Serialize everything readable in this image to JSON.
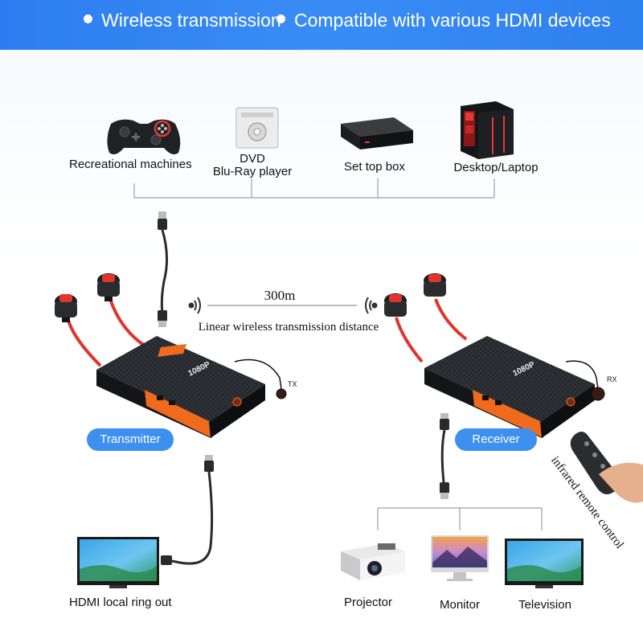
{
  "banner": {
    "feature_1": "Wireless transmission",
    "feature_2": "Compatible with various HDMI devices"
  },
  "sources": [
    {
      "icon": "gamepad-icon",
      "label": "Recreational machines"
    },
    {
      "icon": "dvd-player-icon",
      "label_line1": "DVD",
      "label_line2": "Blu-Ray player"
    },
    {
      "icon": "set-top-box-icon",
      "label": "Set top box"
    },
    {
      "icon": "desktop-tower-icon",
      "label": "Desktop/Laptop"
    }
  ],
  "link": {
    "distance": "300m",
    "caption": "Linear wireless transmission distance"
  },
  "devices": {
    "transmitter": {
      "label": "Transmitter",
      "resolution_text": "1080P",
      "port_tag": "TX"
    },
    "receiver": {
      "label": "Receiver",
      "resolution_text": "1080P",
      "port_tag": "RX"
    }
  },
  "remote": {
    "label": "infrared remote control"
  },
  "outputs": {
    "local": {
      "icon": "tv-icon",
      "label": "HDMI local ring out"
    },
    "projector": {
      "icon": "projector-icon",
      "label": "Projector"
    },
    "monitor": {
      "icon": "monitor-icon",
      "label": "Monitor"
    },
    "television": {
      "icon": "tv-icon",
      "label": "Television"
    }
  },
  "colors": {
    "banner": "#2f80f0",
    "pill": "#3d8ff0",
    "device_body": "#1f2226",
    "device_accent": "#f06a1e",
    "antenna_cable": "#e0342c"
  }
}
